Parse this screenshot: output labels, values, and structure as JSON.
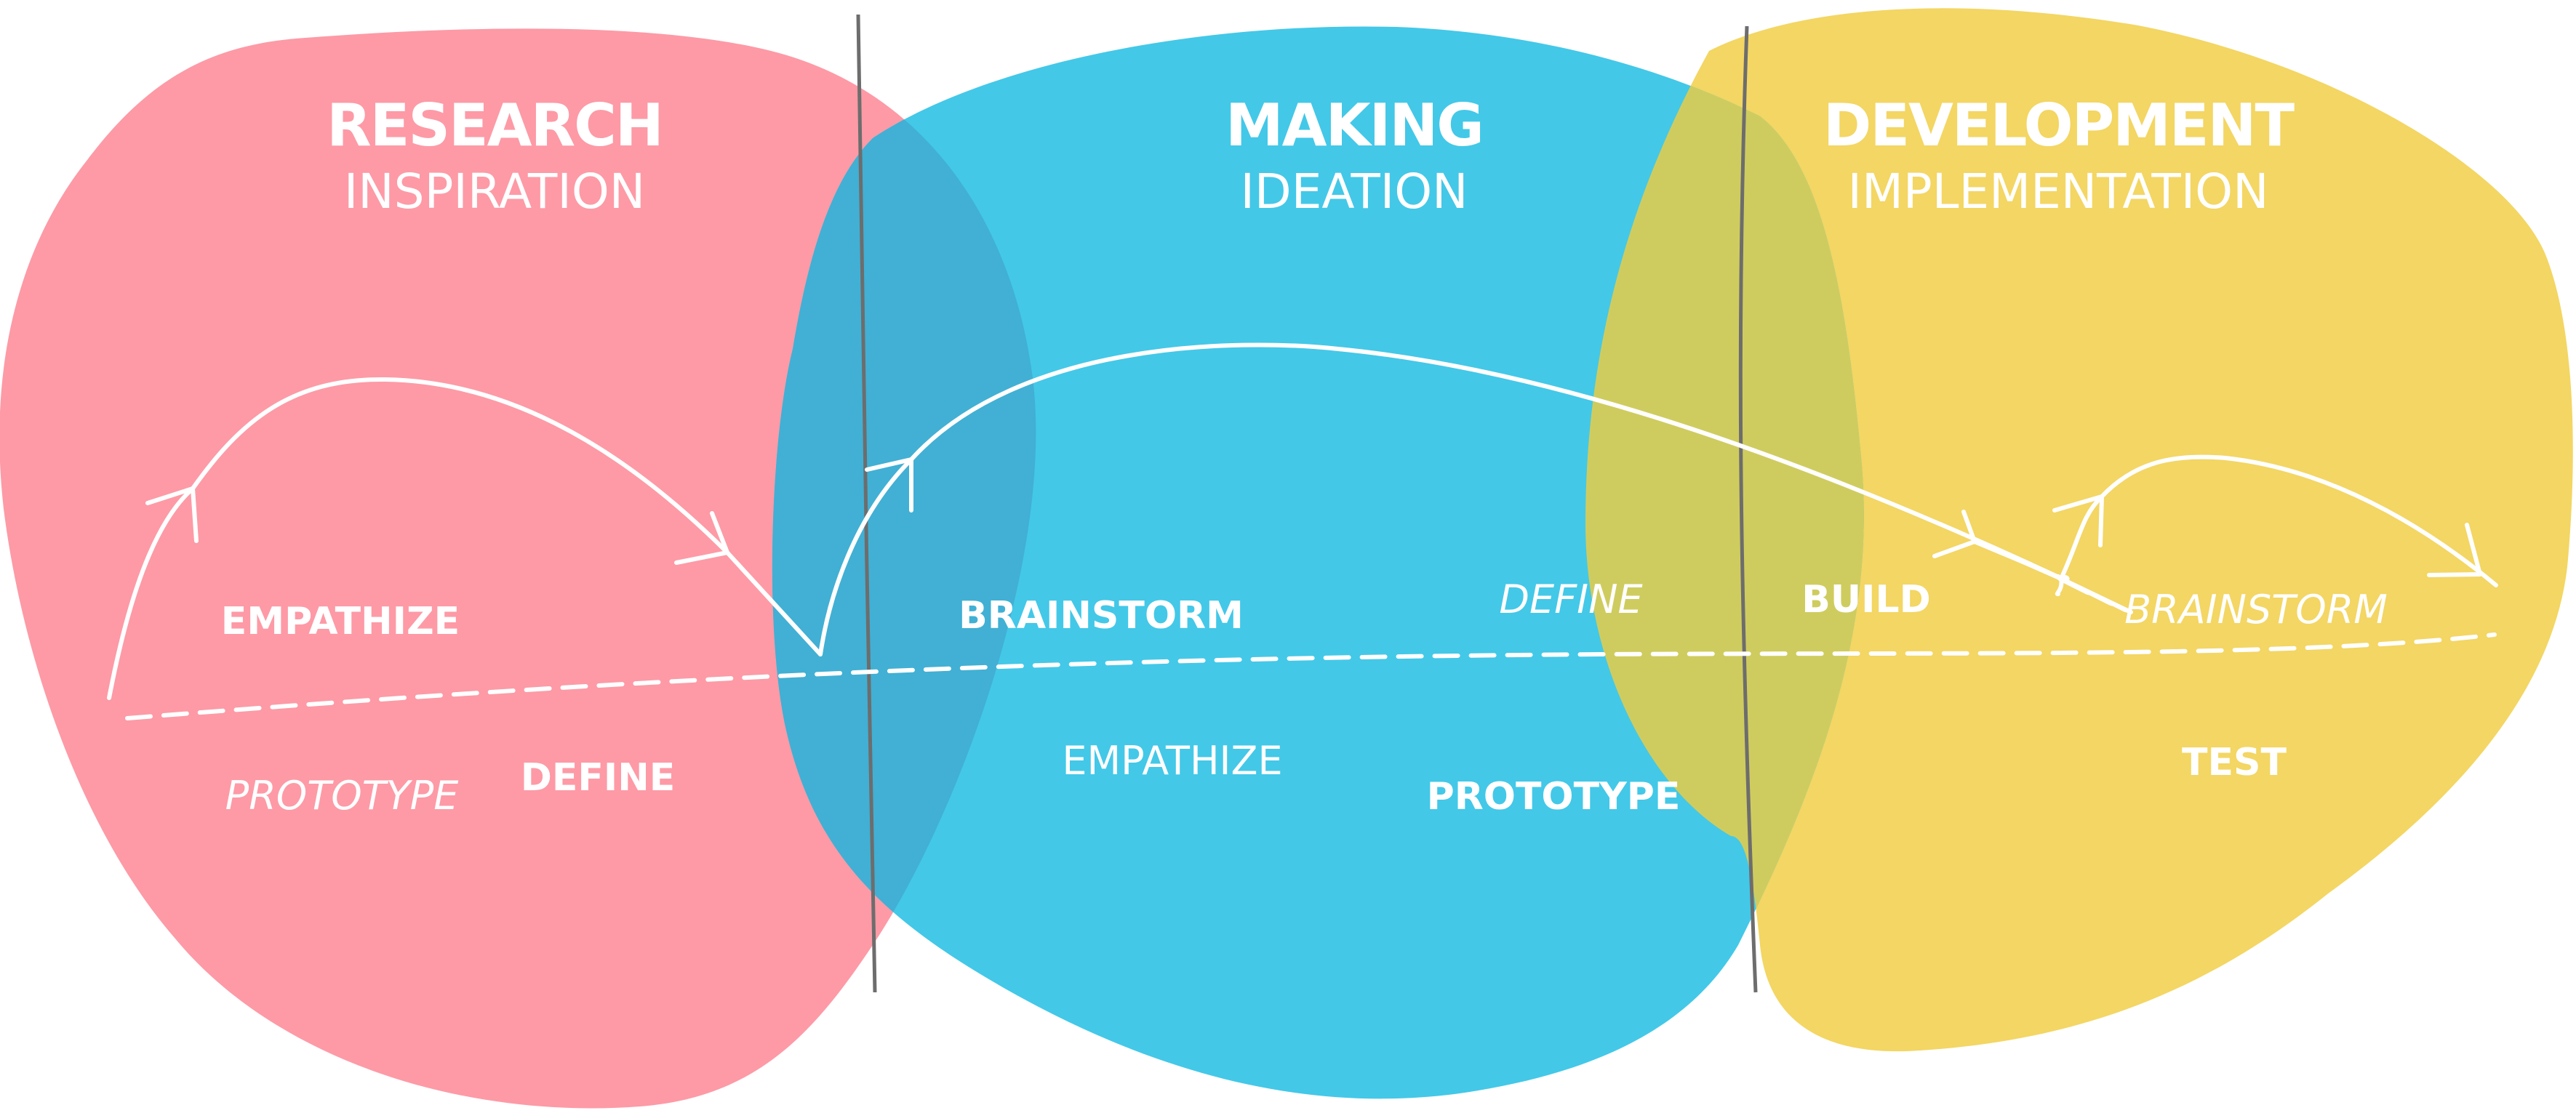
{
  "colors": {
    "research": "#fd9aa6",
    "making": "#43c8e8",
    "development": "#f3d663",
    "research_making_overlap": "#41b0d4",
    "making_development_overlap": "#cfcc5f",
    "divider": "#6d6d6d",
    "arrow": "#ffffff"
  },
  "phases": {
    "research": {
      "title": "RESEARCH",
      "subtitle": "INSPIRATION"
    },
    "making": {
      "title": "MAKING",
      "subtitle": "IDEATION"
    },
    "development": {
      "title": "DEVELOPMENT",
      "subtitle": "IMPLEMENTATION"
    }
  },
  "terms": {
    "empathize_bold": "EMPATHIZE",
    "prototype_italic": "PROTOTYPE",
    "define_bold": "DEFINE",
    "brainstorm_bold": "BRAINSTORM",
    "empathize_light": "EMPATHIZE",
    "define_italic": "DEFINE",
    "prototype_bold": "PROTOTYPE",
    "build_bold": "BUILD",
    "brainstorm_italic": "BRAINSTORM",
    "test_bold": "TEST"
  }
}
